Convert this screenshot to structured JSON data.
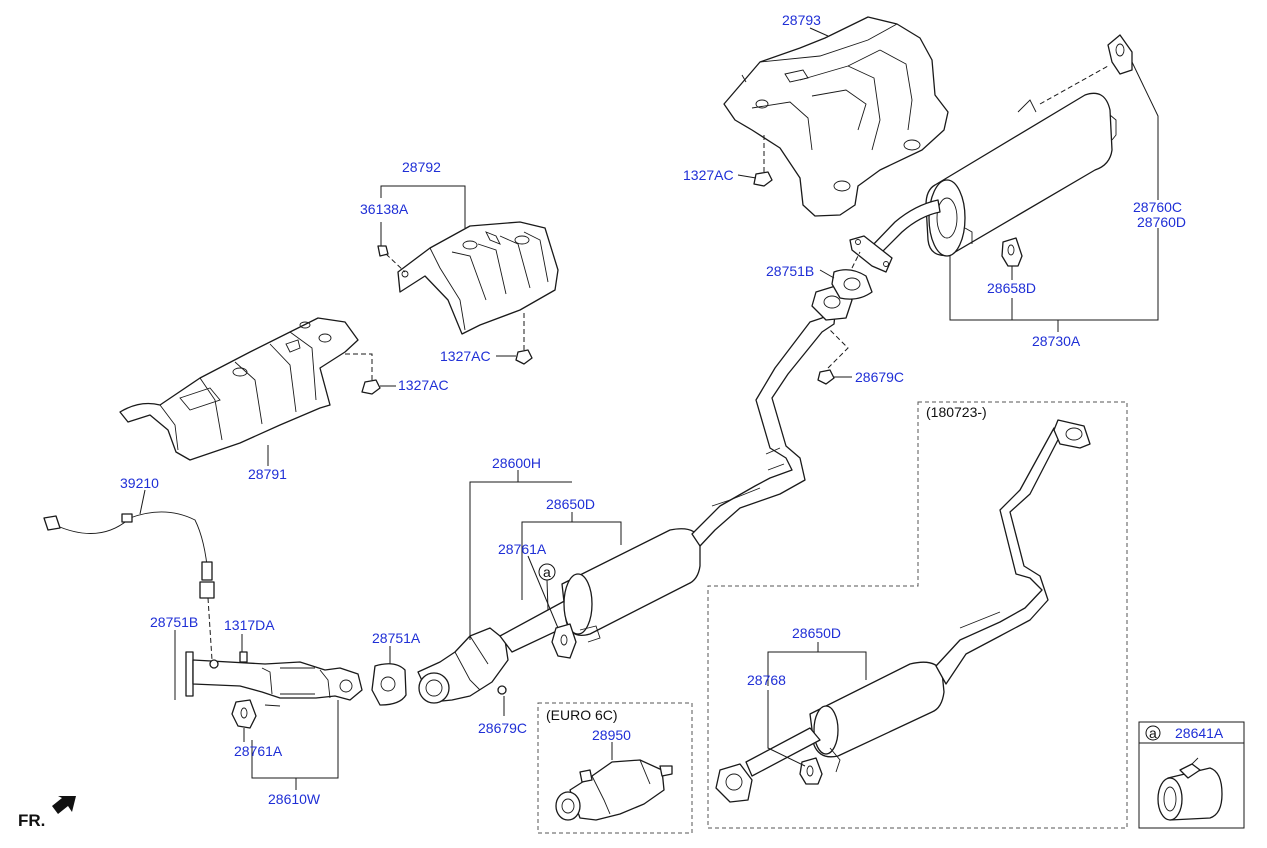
{
  "colors": {
    "label": "#1f2fd6",
    "line": "#1a1a1a",
    "note": "#111111"
  },
  "labels": {
    "p28793": "28793",
    "p1327AC_top": "1327AC",
    "p28760C": "28760C",
    "p28760D": "28760D",
    "p28792": "28792",
    "p36138A": "36138A",
    "p28751B_top": "28751B",
    "p28658D": "28658D",
    "p1327AC_mid": "1327AC",
    "p28730A": "28730A",
    "p1327AC_left": "1327AC",
    "p28679C_top": "28679C",
    "p28791": "28791",
    "p39210": "39210",
    "p28600H": "28600H",
    "p28650D_main": "28650D",
    "p28761A_main": "28761A",
    "p28751B_low": "28751B",
    "p1317DA": "1317DA",
    "p28751A": "28751A",
    "p28679C_low": "28679C",
    "p28761A_low": "28761A",
    "p28610W": "28610W",
    "p28950": "28950",
    "p28650D_alt": "28650D",
    "p28768": "28768",
    "p28641A": "28641A"
  },
  "notes": {
    "variant_date": "(180723-)",
    "euro": "(EURO 6C)",
    "callout_a": "a",
    "callout_a_legend": "a",
    "front": "FR."
  }
}
